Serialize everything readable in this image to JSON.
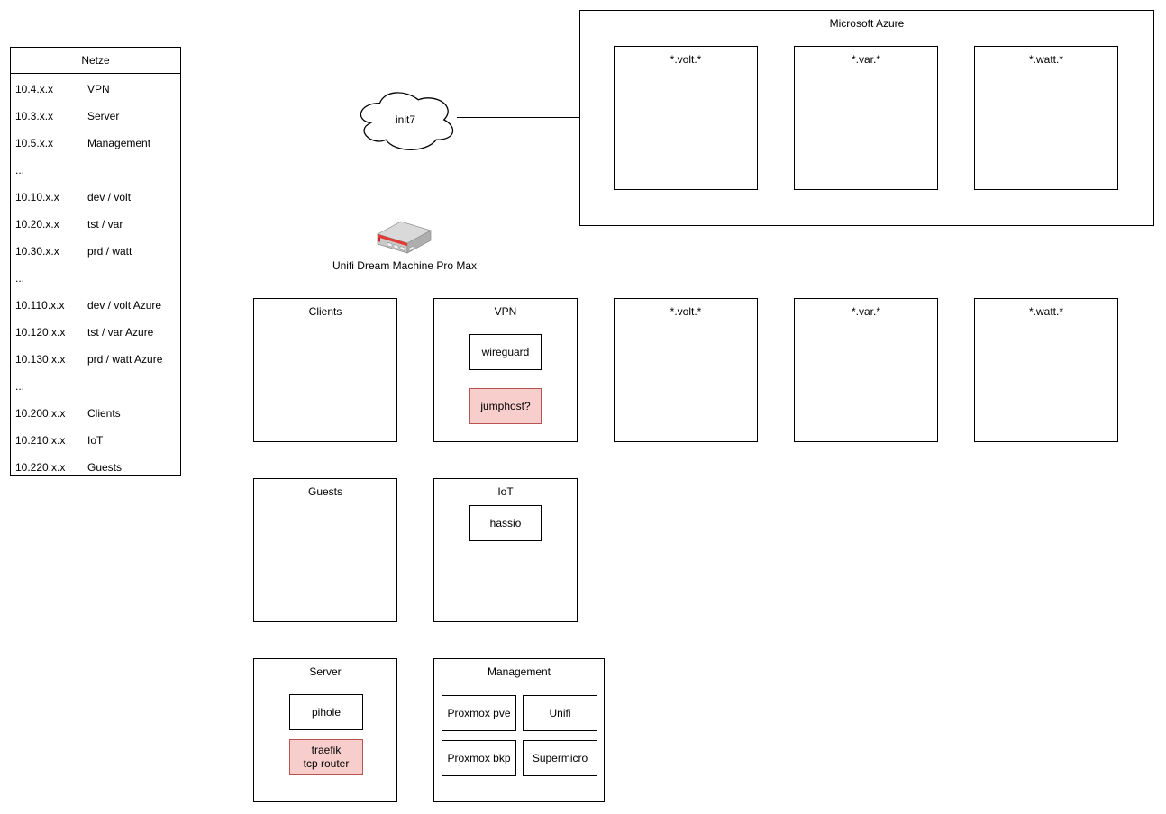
{
  "netze": {
    "title": "Netze",
    "rows": [
      {
        "ip": "10.4.x.x",
        "name": "VPN"
      },
      {
        "ip": "10.3.x.x",
        "name": "Server"
      },
      {
        "ip": "10.5.x.x",
        "name": "Management"
      },
      {
        "ip": "...",
        "name": ""
      },
      {
        "ip": "10.10.x.x",
        "name": "dev / volt"
      },
      {
        "ip": "10.20.x.x",
        "name": "tst / var"
      },
      {
        "ip": "10.30.x.x",
        "name": "prd / watt"
      },
      {
        "ip": "...",
        "name": ""
      },
      {
        "ip": "10.110.x.x",
        "name": "dev / volt Azure"
      },
      {
        "ip": "10.120.x.x",
        "name": "tst / var Azure"
      },
      {
        "ip": "10.130.x.x",
        "name": "prd / watt Azure"
      },
      {
        "ip": "...",
        "name": ""
      },
      {
        "ip": "10.200.x.x",
        "name": "Clients"
      },
      {
        "ip": "10.210.x.x",
        "name": "IoT"
      },
      {
        "ip": "10.220.x.x",
        "name": "Guests"
      }
    ]
  },
  "wan": {
    "cloud_label": "init7",
    "router_label": "Unifi Dream Machine Pro Max"
  },
  "azure": {
    "title": "Microsoft Azure",
    "subnets": {
      "volt": "*.volt.*",
      "var": "*.var.*",
      "watt": "*.watt.*"
    }
  },
  "lan": {
    "clients": {
      "label": "Clients"
    },
    "vpn": {
      "label": "VPN",
      "wireguard": "wireguard",
      "jumphost": "jumphost?"
    },
    "volt": {
      "label": "*.volt.*"
    },
    "var": {
      "label": "*.var.*"
    },
    "watt": {
      "label": "*.watt.*"
    },
    "guests": {
      "label": "Guests"
    },
    "iot": {
      "label": "IoT",
      "hassio": "hassio"
    },
    "server": {
      "label": "Server",
      "pihole": "pihole",
      "traefik": "traefik\ntcp router"
    },
    "management": {
      "label": "Management",
      "proxmox_pve": "Proxmox pve",
      "unifi": "Unifi",
      "proxmox_bkp": "Proxmox bkp",
      "supermicro": "Supermicro"
    }
  },
  "colors": {
    "highlight_fill": "#F8CECC",
    "highlight_stroke": "#B85450",
    "router_stripe": "#E53935",
    "line": "#000000",
    "background": "#FFFFFF"
  }
}
